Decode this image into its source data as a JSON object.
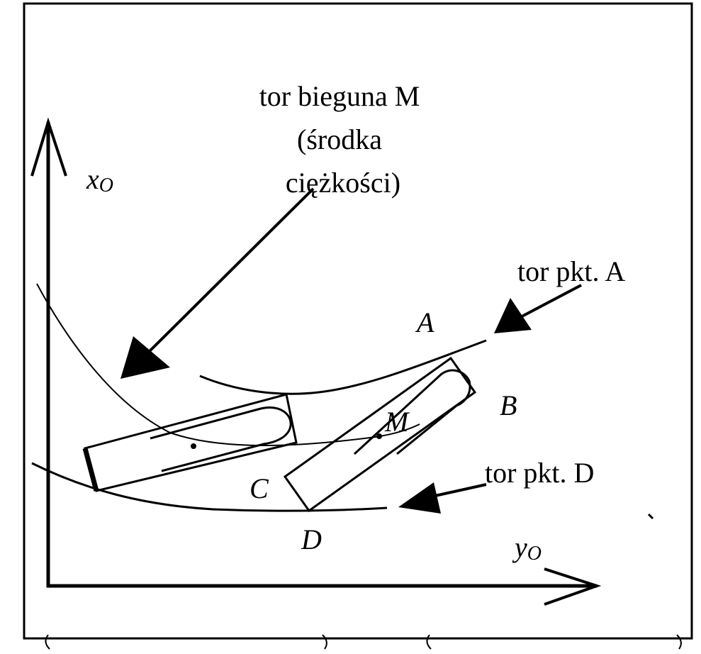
{
  "axes": {
    "vertical_label": "x",
    "vertical_sub": "O",
    "horizontal_label": "y",
    "horizontal_sub": "O"
  },
  "annotations": {
    "pole_path": [
      "tor bieguna M",
      "(środka",
      "ciężkości)"
    ],
    "point_a_path": "tor pkt. A",
    "point_d_path": "tor pkt. D"
  },
  "points": {
    "a": "A",
    "b": "B",
    "c": "C",
    "d": "D",
    "m": "M"
  },
  "colors": {
    "ink": "#000000",
    "background": "#ffffff"
  }
}
